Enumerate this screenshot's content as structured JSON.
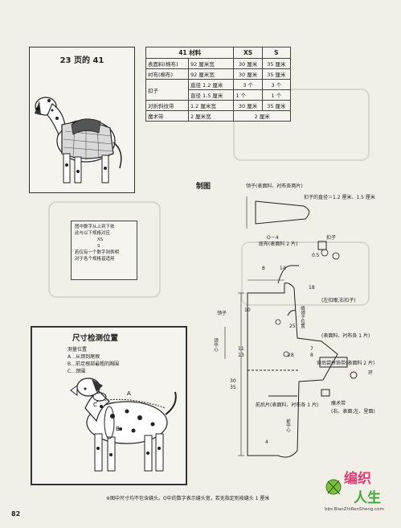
{
  "header": {
    "photo_title": "23 页的 41",
    "section_title": "制图",
    "page_number": "82"
  },
  "materials_table": {
    "headers": [
      "41 材料",
      "",
      "XS",
      "S"
    ],
    "rows": [
      [
        "表面料(棉布)",
        "92 厘米宽",
        "30 厘米",
        "35 厘米"
      ],
      [
        "衬布(棉布)",
        "92 厘米宽",
        "30 厘米",
        "35 厘米"
      ],
      [
        "扣子",
        "直径 1.2 厘米",
        "3 个",
        "3 个"
      ],
      [
        "",
        "直径 1.5 厘米",
        "1 个",
        "1 个"
      ],
      [
        "对折斜纹带",
        "1.2 厘米宽",
        "30 厘米",
        "35 厘米"
      ],
      [
        "魔术带",
        "2 厘米宽",
        "2 厘米",
        ""
      ]
    ]
  },
  "size_note": {
    "lines": [
      "图中数字从上到下依",
      "此与以下规格对应",
      "XS",
      "S",
      "若仅有一个数字则表明",
      "对于各个规格皆适用"
    ]
  },
  "measure_panel": {
    "title": "尺寸检测位置",
    "lines": [
      "测量位置",
      "A…从颈到尾根",
      "B…前足根部最粗的胸围",
      "C…颈围"
    ]
  },
  "pattern_labels": {
    "collar": "领子(表面料、衬布各两片)",
    "button_dia": "扣子的直径＝1.2 厘米、1.5 厘米",
    "base": "底布(表面料 2 片)",
    "button_small": "扣子",
    "left_buckle": "(左扣眼,右扣子)",
    "collar2": "领子",
    "attach_pos": "缝领子位置",
    "main_body": "(表面料、衬布各 1 片)",
    "back_pocket": "背后袋拼饰带(表面料 2 片)",
    "ring": "环",
    "back_part": "前后片(表面料、衬布各 1 片)",
    "magic": "魔术带",
    "magic_sides": "(右、表面;左、里面)",
    "head_ctr": "颈中心",
    "center": "前中心"
  },
  "dims": {
    "d_05": "0.5",
    "d_8": "8",
    "d_14": "14",
    "d_18": "18",
    "d_10": "10",
    "d_25": "25",
    "d_28": "28",
    "d_30": "30",
    "d_35": "35",
    "d_11": "11",
    "d_13": "13",
    "d_7": "7",
    "d_8b": "8",
    "d_o4": "O－4",
    "d_4": "4"
  },
  "footer": {
    "note": "※图中尺寸均不包含缝头。O中的数字表示缝头宽，若无指定则按缝头 1 厘米",
    "logo_line1": "编织",
    "logo_line2": "人生",
    "logo_url": "bbs.BianZhiRenSheng.com"
  },
  "colors": {
    "paper": "#f1efe8",
    "ink": "#222222",
    "logo_pink": "#e23b76",
    "logo_green": "#43a53b"
  }
}
